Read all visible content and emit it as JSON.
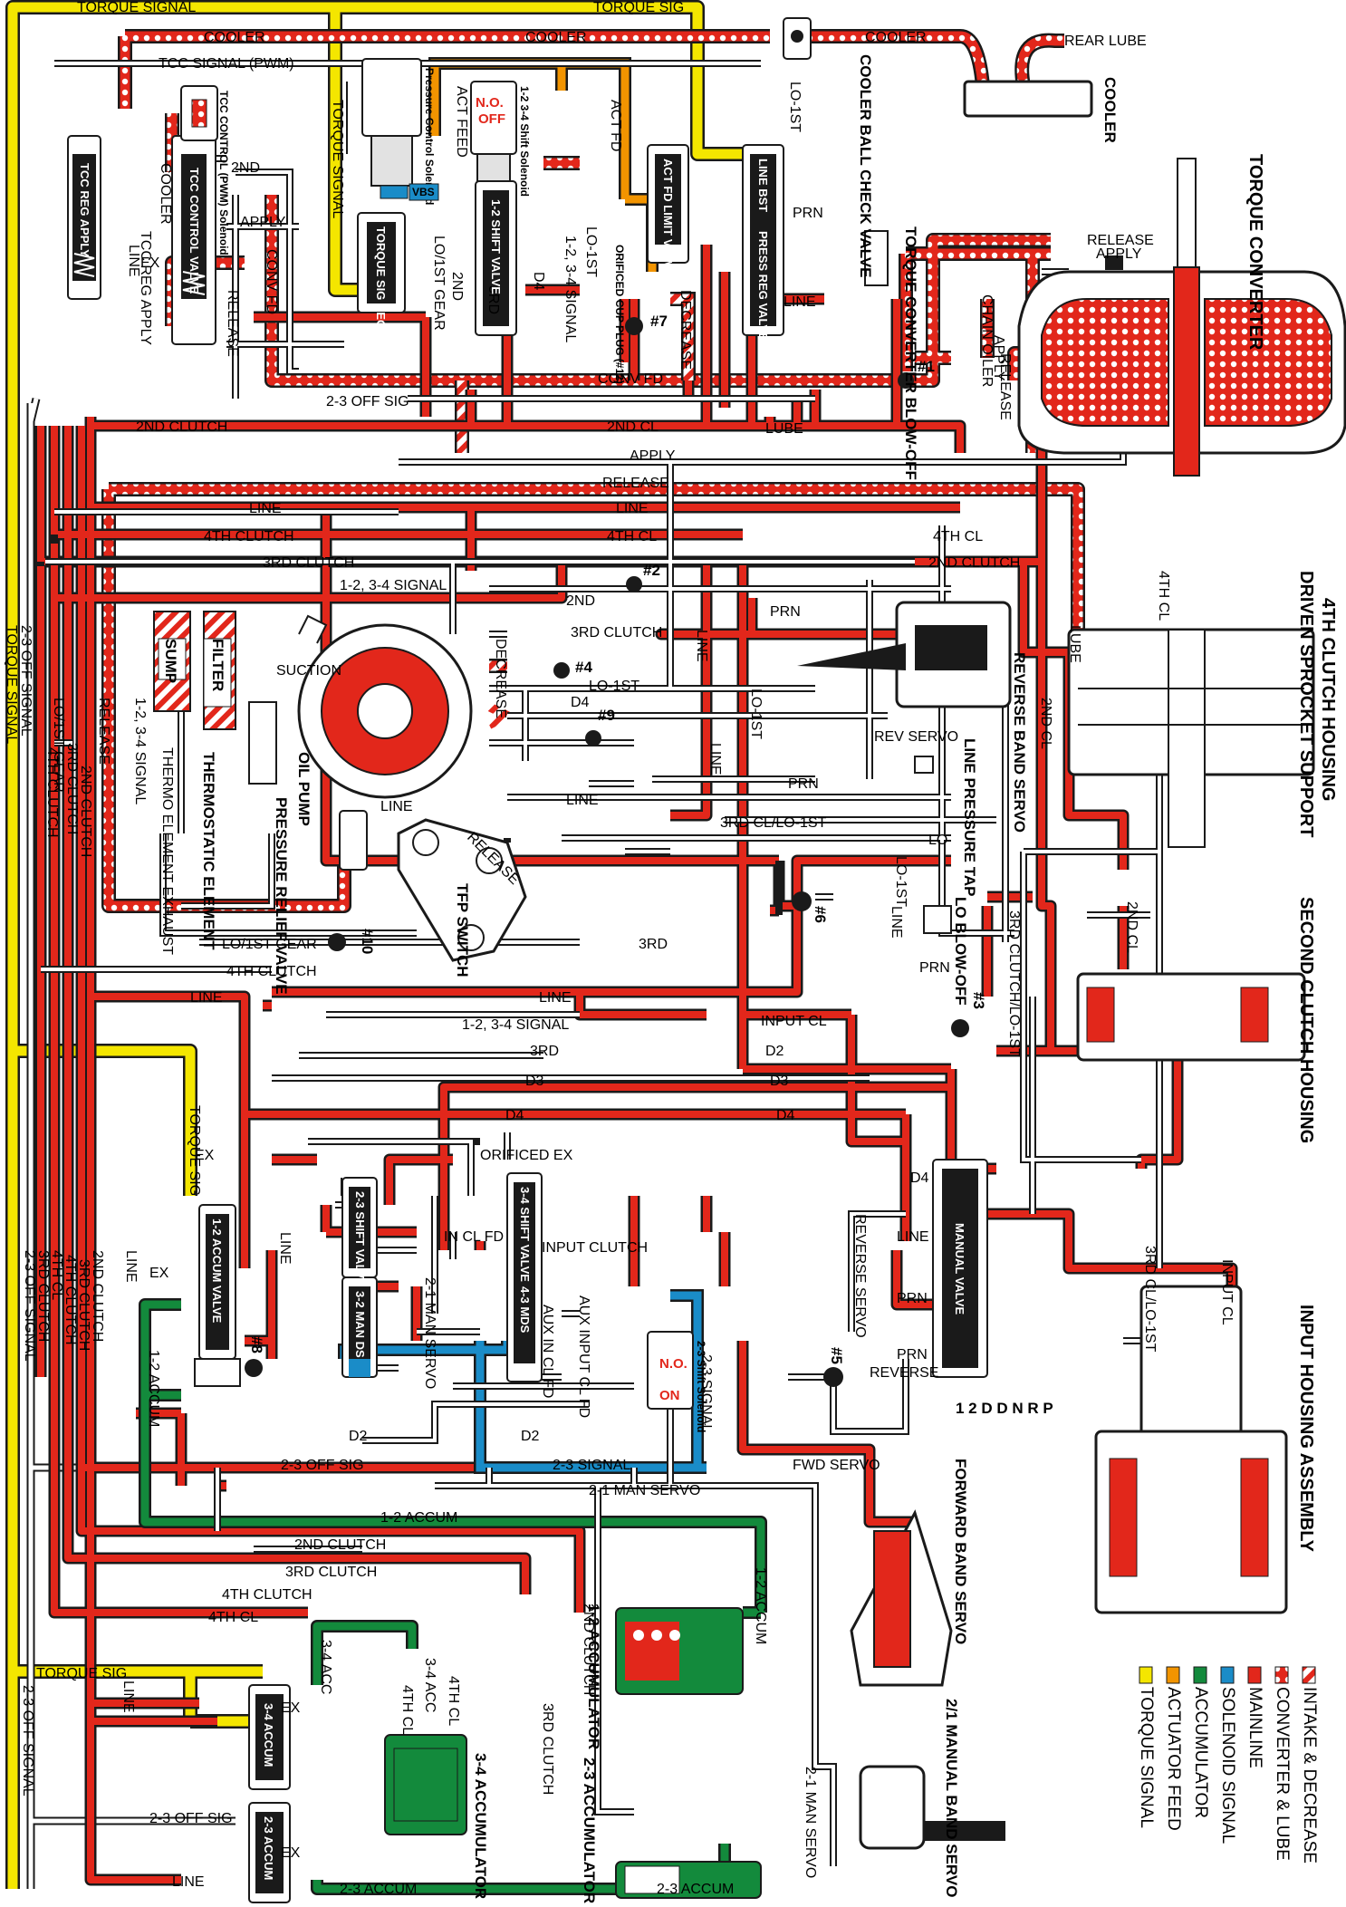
{
  "colors": {
    "mainline": "#e2271b",
    "converter_lube": "#e2271b",
    "accumulator": "#138a3c",
    "solenoid_signal": "#1a8cc8",
    "actuator_feed": "#f29400",
    "torque_signal": "#f4e600",
    "exhaust": "#ffffff",
    "outline": "#1a1a1a"
  },
  "legend": [
    {
      "label": "INTAKE & DECREASE",
      "swatch": "hatch"
    },
    {
      "label": "CONVERTER & LUBE",
      "swatch": "dots"
    },
    {
      "label": "MAINLINE",
      "swatch": "mainline"
    },
    {
      "label": "SOLENOID SIGNAL",
      "swatch": "solenoid_signal"
    },
    {
      "label": "ACCUMULATOR",
      "swatch": "accumulator"
    },
    {
      "label": "ACTUATOR FEED",
      "swatch": "actuator_feed"
    },
    {
      "label": "TORQUE SIGNAL",
      "swatch": "torque_signal"
    }
  ],
  "side_assemblies": {
    "torque_converter": "TORQUE CONVERTER",
    "fourth_clutch_housing": "4TH CLUTCH HOUSING",
    "driven_sprocket_support": "DRIVEN SPROCKET SUPPORT",
    "second_clutch_housing": "SECOND CLUTCH HOUSING",
    "input_housing_assembly": "INPUT HOUSING ASSEMBLY"
  },
  "components": {
    "cooler_ball_check": "COOLER BALL CHECK VALVE",
    "cooler": "COOLER",
    "converter_blowoff": "TORQUE CONVERTER BLOW-OFF",
    "tcc_control_solenoid": "TCC CONTROL (PWM) Solenoid",
    "pressure_control_solenoid": "Pressure Control Solenoid",
    "shift_solenoid_12_34": "1-2 3-4 Shift Solenoid",
    "shift_solenoid_12_34_state_no": "N.O.",
    "shift_solenoid_12_34_state": "OFF",
    "shift_solenoid_23": "2-3 Shift Solenoid",
    "shift_solenoid_23_state_no": "N.O.",
    "shift_solenoid_23_state": "ON",
    "vbs": "VBS",
    "reverse_band_servo": "REVERSE BAND SERVO",
    "line_pressure_tap": "LINE PRESSURE TAP",
    "lo_blowoff": "LO BLOW-OFF",
    "oil_pump": "OIL PUMP",
    "pressure_relief_valve": "PRESSURE RELIEF VALVE",
    "tfp_switch": "TFP SWITCH",
    "thermostatic_element": "THERMOSTATIC ELEMENT",
    "thermo_exhaust": "THERMO ELEMENT EXHAUST",
    "sump": "SUMP",
    "filter": "FILTER",
    "forward_band_servo": "FORWARD BAND SERVO",
    "man_band_servo_21": "2/1 MANUAL BAND SERVO",
    "accumulator_12": "1-2 ACCUMULATOR",
    "accumulator_23": "2-3 ACCUMULATOR",
    "accumulator_34": "3-4 ACCUMULATOR",
    "orificed_cup_plug": "ORIFICED CUP PLUG (#12)",
    "orificed_ex": "ORIFICED EX",
    "manual_valve_positions": "1 2 D D N R P"
  },
  "valves": {
    "tcc_reg_apply": "TCC REG APPLY",
    "tcc_control_valve": "TCC CONTROL VALVE",
    "torque_sig_reg": "TORQUE SIG REG",
    "shift_12": "1-2 SHIFT VALVE",
    "act_feed_lima": "ACT FD LIMIT VALVE",
    "line_bst": "LINE BST",
    "press_reg": "PRESS REG VALVE",
    "accum_12": "1-2 ACCUM VALVE",
    "shift_23": "2-3 SHIFT VALVE",
    "man_ds_32": "3-2 MAN DS",
    "shift_34": "3-4 SHIFT VALVE",
    "mds_43": "4-3 MDS",
    "manual_valve": "MANUAL VALVE",
    "accum_34": "3-4 ACCUM",
    "accum_23": "2-3 ACCUM"
  },
  "checkballs": [
    "#1",
    "#2",
    "#3",
    "#4",
    "#5",
    "#6",
    "#7",
    "#8",
    "#9",
    "#10"
  ],
  "passages": {
    "torque_signal": "TORQUE SIGNAL",
    "torque_sig": "TORQUE SIG",
    "cooler": "COOLER",
    "rear_lube": "REAR LUBE",
    "tcc_signal": "TCC SIGNAL (PWM)",
    "act_feed": "ACT FEED",
    "act_fd": "ACT FD",
    "lo_1st": "LO-1ST",
    "second": "2ND",
    "apply": "APPLY",
    "release": "RELEASE",
    "prn": "PRN",
    "line": "LINE",
    "tcc_reg_apply": "TCC REG APPLY",
    "conv_fd": "CONV FD",
    "lo_1st_gear": "LO/1ST GEAR",
    "d4": "D4",
    "third": "3RD",
    "sig_12_34": "1-2, 3-4 SIGNAL",
    "decrease": "DECREASE",
    "chain_oiler": "CHAIN OILER",
    "off_sig_23": "2-3 OFF SIG",
    "second_clutch": "2ND CLUTCH",
    "second_cl": "2ND CL",
    "lube": "LUBE",
    "fourth_clutch": "4TH CLUTCH",
    "fourth_cl": "4TH CL",
    "third_clutch": "3RD CLUTCH",
    "suction": "SUCTION",
    "rev_servo": "REV SERVO",
    "cl_lo_1st_3rd": "3RD CL/LO-1ST",
    "lo": "LO",
    "clutch_lo_1st_3rd": "3RD CLUTCH/LO-1ST",
    "input_cl": "INPUT CL",
    "d2": "D2",
    "d3": "D3",
    "in_cl_fd": "IN CL FD",
    "input_clutch": "INPUT CLUTCH",
    "aux_in_cl_fd": "AUX IN CL FD",
    "aux_input_cl_fd": "AUX INPUT CL FD",
    "man_servo_21": "2-1 MAN SERVO",
    "reverse_servo": "REVERSE SERVO",
    "reverse": "REVERSE",
    "signal_23": "2-3 SIGNAL",
    "fwd_servo": "FWD SERVO",
    "accum_12": "1-2 ACCUM",
    "off_signal_23": "2-3 OFF SIGNAL",
    "acc_34": "3-4 ACC",
    "accum_23": "2-3 ACCUM",
    "ex": "EX",
    "release_box": "RELEASE"
  }
}
